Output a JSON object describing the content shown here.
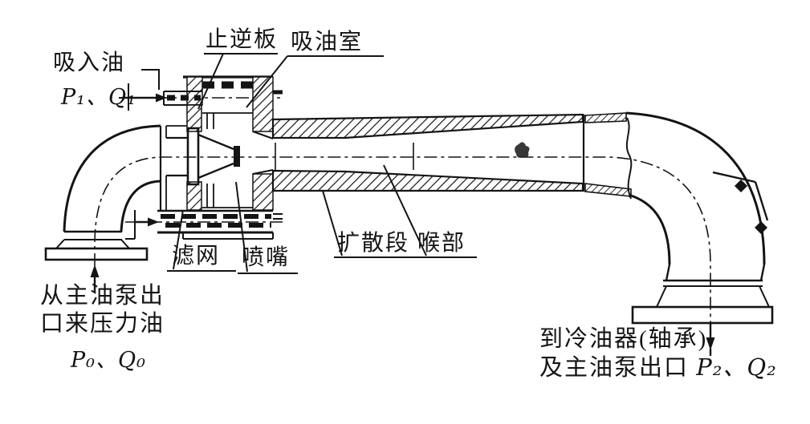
{
  "figure": {
    "type": "sectional technical drawing of an oil ejector (jet pump)",
    "background_color": "#ffffff",
    "ink_color": "#141414",
    "labels": {
      "check_plate": "止逆板",
      "suction_chamber": "吸油室",
      "suction_oil": "吸入油",
      "suction_oil_formula": "P₁、Q₁",
      "filter_screen": "滤网",
      "nozzle": "喷嘴",
      "diffuser": "扩散段",
      "throat": "喉部",
      "inlet_line1": "从主油泵出",
      "inlet_line2": "口来压力油",
      "inlet_formula": "P₀、Q₀",
      "outlet_line1": "到冷油器(轴承)",
      "outlet_line2": "及主油泵出口 ",
      "outlet_formula": "P₂、Q₂"
    }
  }
}
